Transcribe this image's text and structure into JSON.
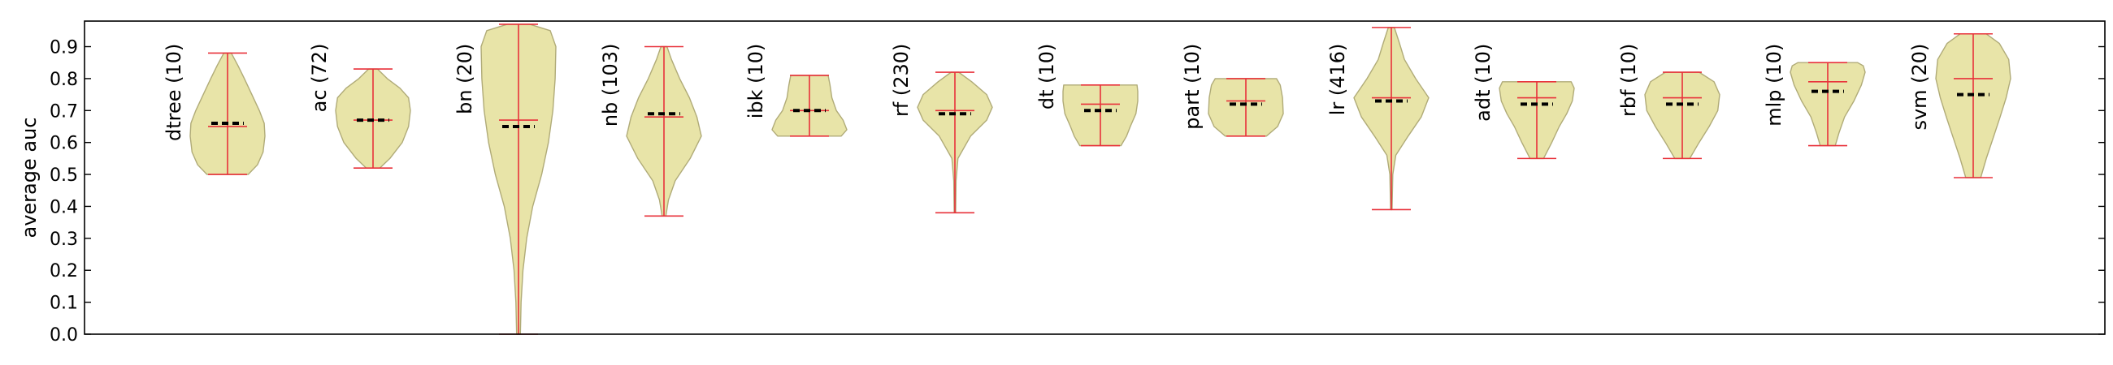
{
  "chart_data": {
    "type": "violin",
    "ylabel": "average auc",
    "ylim": [
      0.0,
      0.98
    ],
    "yticks": [
      "0.0",
      "0.1",
      "0.2",
      "0.3",
      "0.4",
      "0.5",
      "0.6",
      "0.7",
      "0.8",
      "0.9"
    ],
    "grid": false,
    "colors": {
      "fill": "#e8e4a8",
      "edge": "#b0ab78",
      "whisker": "#e8313a",
      "dash": "#000000"
    },
    "series": [
      {
        "label": "dtree (10)",
        "min": 0.5,
        "max": 0.88,
        "median": 0.65,
        "mean": 0.66,
        "shape": [
          [
            0.5,
            0.55
          ],
          [
            0.53,
            0.8
          ],
          [
            0.57,
            0.95
          ],
          [
            0.62,
            1.0
          ],
          [
            0.66,
            0.98
          ],
          [
            0.7,
            0.85
          ],
          [
            0.75,
            0.65
          ],
          [
            0.8,
            0.45
          ],
          [
            0.84,
            0.28
          ],
          [
            0.88,
            0.1
          ]
        ]
      },
      {
        "label": "ac (72)",
        "min": 0.52,
        "max": 0.83,
        "median": 0.67,
        "mean": 0.67,
        "shape": [
          [
            0.52,
            0.18
          ],
          [
            0.55,
            0.45
          ],
          [
            0.6,
            0.78
          ],
          [
            0.65,
            0.95
          ],
          [
            0.7,
            1.0
          ],
          [
            0.74,
            0.95
          ],
          [
            0.77,
            0.72
          ],
          [
            0.8,
            0.38
          ],
          [
            0.83,
            0.12
          ]
        ]
      },
      {
        "label": "bn (20)",
        "min": 0.0,
        "max": 0.97,
        "median": 0.67,
        "mean": 0.65,
        "shape": [
          [
            0.0,
            0.05
          ],
          [
            0.1,
            0.07
          ],
          [
            0.2,
            0.12
          ],
          [
            0.3,
            0.22
          ],
          [
            0.4,
            0.38
          ],
          [
            0.5,
            0.62
          ],
          [
            0.6,
            0.8
          ],
          [
            0.7,
            0.92
          ],
          [
            0.8,
            0.98
          ],
          [
            0.9,
            1.0
          ],
          [
            0.95,
            0.85
          ],
          [
            0.97,
            0.3
          ]
        ]
      },
      {
        "label": "nb (103)",
        "min": 0.37,
        "max": 0.9,
        "median": 0.68,
        "mean": 0.69,
        "shape": [
          [
            0.37,
            0.05
          ],
          [
            0.42,
            0.12
          ],
          [
            0.48,
            0.3
          ],
          [
            0.55,
            0.7
          ],
          [
            0.62,
            1.0
          ],
          [
            0.68,
            0.88
          ],
          [
            0.74,
            0.68
          ],
          [
            0.8,
            0.42
          ],
          [
            0.86,
            0.2
          ],
          [
            0.9,
            0.08
          ]
        ]
      },
      {
        "label": "ibk (10)",
        "min": 0.62,
        "max": 0.81,
        "median": 0.7,
        "mean": 0.7,
        "shape": [
          [
            0.62,
            0.85
          ],
          [
            0.64,
            1.0
          ],
          [
            0.67,
            0.9
          ],
          [
            0.7,
            0.72
          ],
          [
            0.74,
            0.6
          ],
          [
            0.78,
            0.55
          ],
          [
            0.81,
            0.5
          ]
        ]
      },
      {
        "label": "rf (230)",
        "min": 0.38,
        "max": 0.82,
        "median": 0.7,
        "mean": 0.69,
        "shape": [
          [
            0.38,
            0.02
          ],
          [
            0.48,
            0.03
          ],
          [
            0.55,
            0.08
          ],
          [
            0.62,
            0.42
          ],
          [
            0.67,
            0.85
          ],
          [
            0.71,
            1.0
          ],
          [
            0.75,
            0.85
          ],
          [
            0.79,
            0.45
          ],
          [
            0.82,
            0.1
          ]
        ]
      },
      {
        "label": "dt (10)",
        "min": 0.59,
        "max": 0.78,
        "median": 0.72,
        "mean": 0.7,
        "shape": [
          [
            0.59,
            0.55
          ],
          [
            0.62,
            0.7
          ],
          [
            0.65,
            0.8
          ],
          [
            0.69,
            0.95
          ],
          [
            0.73,
            1.0
          ],
          [
            0.76,
            1.0
          ],
          [
            0.78,
            0.98
          ]
        ]
      },
      {
        "label": "part (10)",
        "min": 0.62,
        "max": 0.8,
        "median": 0.73,
        "mean": 0.72,
        "shape": [
          [
            0.62,
            0.55
          ],
          [
            0.65,
            0.85
          ],
          [
            0.69,
            1.0
          ],
          [
            0.74,
            0.98
          ],
          [
            0.78,
            0.92
          ],
          [
            0.8,
            0.82
          ]
        ]
      },
      {
        "label": "lr (416)",
        "min": 0.39,
        "max": 0.96,
        "median": 0.74,
        "mean": 0.73,
        "shape": [
          [
            0.39,
            0.02
          ],
          [
            0.5,
            0.04
          ],
          [
            0.56,
            0.12
          ],
          [
            0.62,
            0.45
          ],
          [
            0.68,
            0.8
          ],
          [
            0.74,
            1.0
          ],
          [
            0.8,
            0.65
          ],
          [
            0.86,
            0.35
          ],
          [
            0.91,
            0.22
          ],
          [
            0.96,
            0.08
          ]
        ]
      },
      {
        "label": "adt (10)",
        "min": 0.55,
        "max": 0.79,
        "median": 0.74,
        "mean": 0.72,
        "shape": [
          [
            0.55,
            0.18
          ],
          [
            0.6,
            0.4
          ],
          [
            0.65,
            0.6
          ],
          [
            0.69,
            0.8
          ],
          [
            0.73,
            0.95
          ],
          [
            0.77,
            1.0
          ],
          [
            0.79,
            0.92
          ]
        ]
      },
      {
        "label": "rbf (10)",
        "min": 0.55,
        "max": 0.82,
        "median": 0.74,
        "mean": 0.72,
        "shape": [
          [
            0.55,
            0.2
          ],
          [
            0.6,
            0.45
          ],
          [
            0.65,
            0.72
          ],
          [
            0.7,
            0.95
          ],
          [
            0.75,
            1.0
          ],
          [
            0.79,
            0.85
          ],
          [
            0.82,
            0.45
          ]
        ]
      },
      {
        "label": "mlp (10)",
        "min": 0.59,
        "max": 0.85,
        "median": 0.79,
        "mean": 0.76,
        "shape": [
          [
            0.59,
            0.2
          ],
          [
            0.63,
            0.3
          ],
          [
            0.68,
            0.45
          ],
          [
            0.73,
            0.7
          ],
          [
            0.78,
            0.9
          ],
          [
            0.82,
            1.0
          ],
          [
            0.84,
            0.95
          ],
          [
            0.85,
            0.8
          ]
        ]
      },
      {
        "label": "svm (20)",
        "min": 0.49,
        "max": 0.94,
        "median": 0.8,
        "mean": 0.75,
        "shape": [
          [
            0.49,
            0.2
          ],
          [
            0.55,
            0.35
          ],
          [
            0.62,
            0.55
          ],
          [
            0.68,
            0.72
          ],
          [
            0.74,
            0.88
          ],
          [
            0.8,
            1.0
          ],
          [
            0.86,
            0.95
          ],
          [
            0.91,
            0.7
          ],
          [
            0.94,
            0.35
          ]
        ]
      }
    ]
  }
}
